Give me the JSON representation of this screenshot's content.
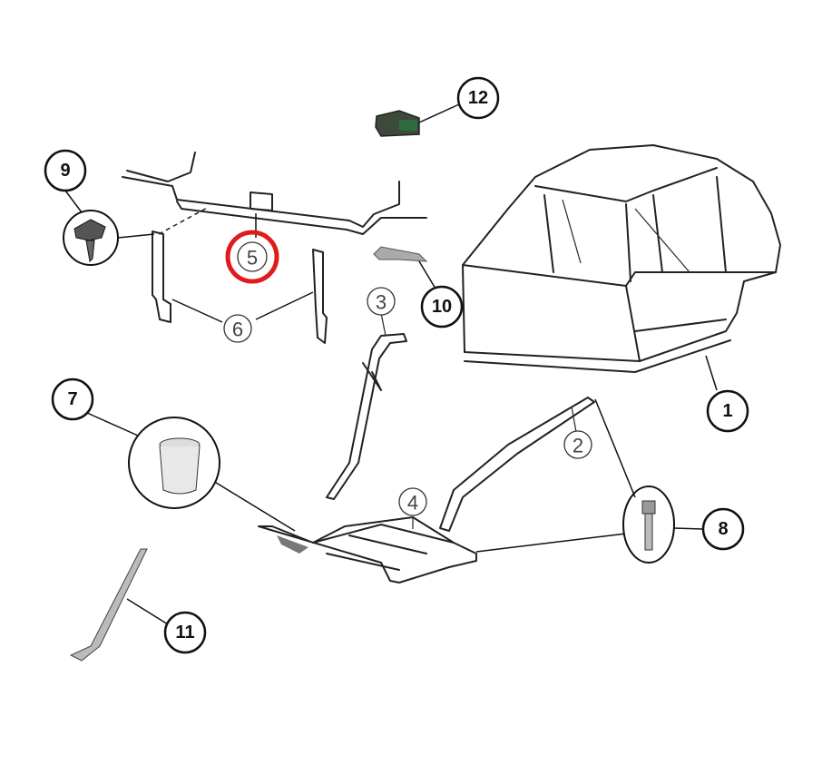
{
  "diagram": {
    "highlight_color": "#e01b1b",
    "highlighted_callout": "5",
    "callouts": [
      {
        "id": "1",
        "style": "bold"
      },
      {
        "id": "2",
        "style": "outline"
      },
      {
        "id": "3",
        "style": "outline"
      },
      {
        "id": "4",
        "style": "outline"
      },
      {
        "id": "5",
        "style": "outline"
      },
      {
        "id": "6",
        "style": "outline"
      },
      {
        "id": "7",
        "style": "bold"
      },
      {
        "id": "8",
        "style": "bold"
      },
      {
        "id": "9",
        "style": "bold"
      },
      {
        "id": "10",
        "style": "bold"
      },
      {
        "id": "11",
        "style": "bold"
      },
      {
        "id": "12",
        "style": "bold"
      }
    ]
  }
}
